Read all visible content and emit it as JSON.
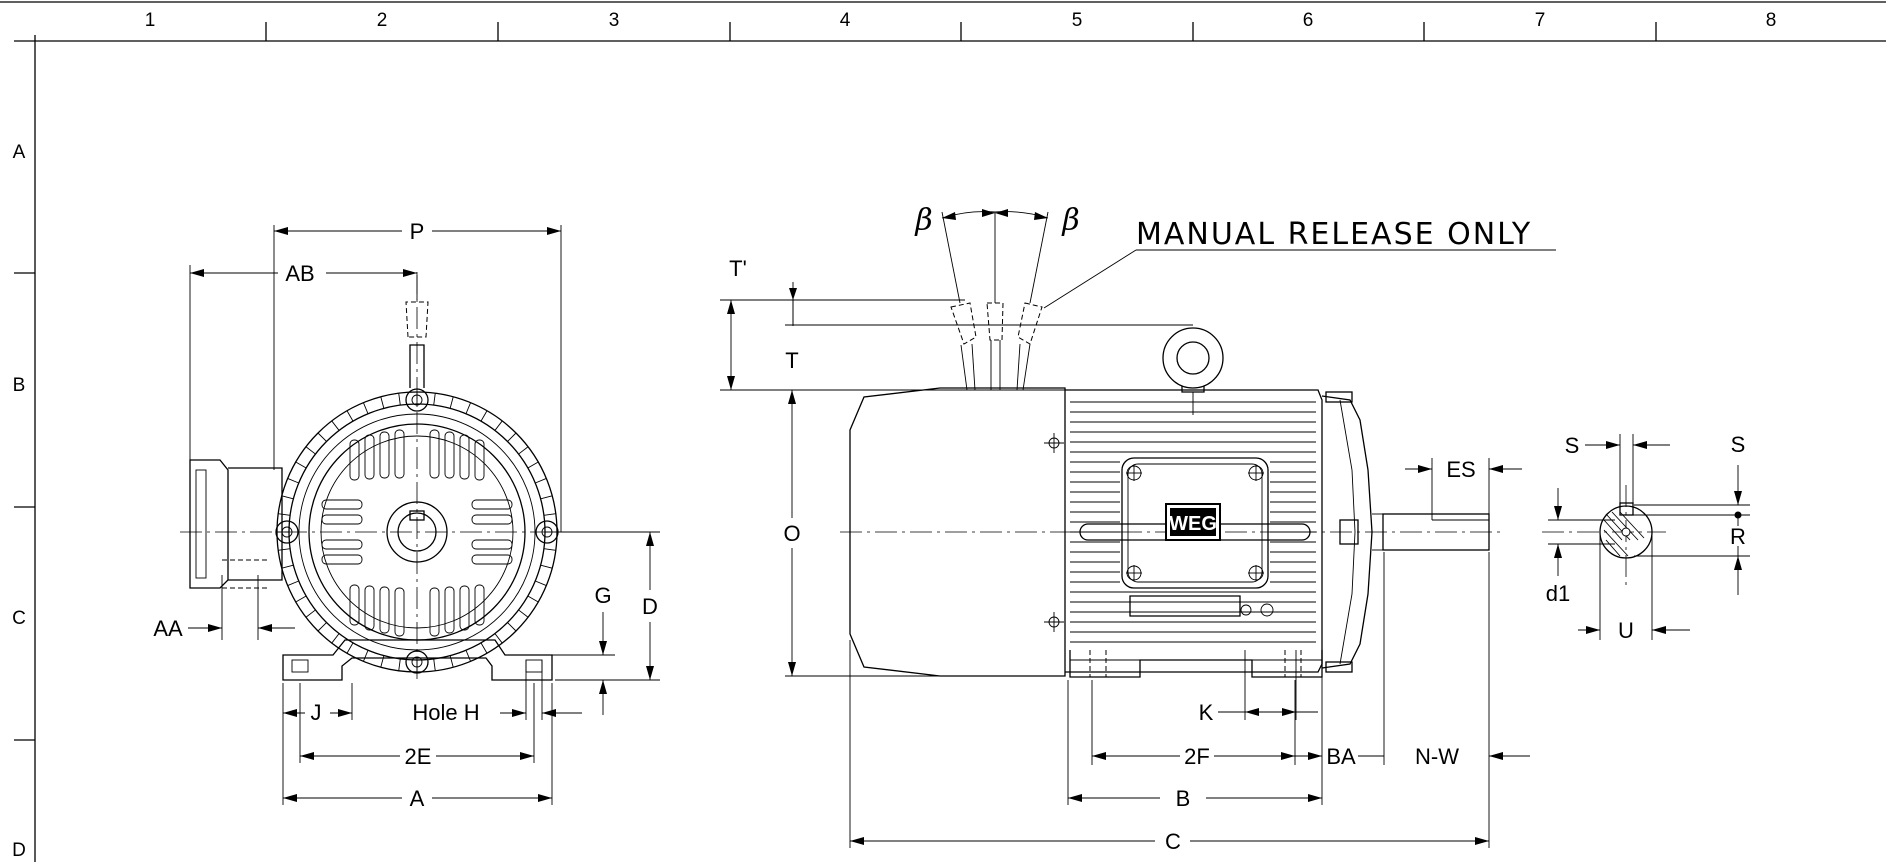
{
  "grid": {
    "columns": [
      "1",
      "2",
      "3",
      "4",
      "5",
      "6",
      "7",
      "8"
    ],
    "rows": [
      "A",
      "B",
      "C",
      "D"
    ]
  },
  "labels": {
    "p": "P",
    "ab": "AB",
    "aa": "AA",
    "g": "G",
    "d": "D",
    "j": "J",
    "hole_h": "Hole  H",
    "two_e": "2E",
    "a": "A",
    "t_prime": "T'",
    "t": "T",
    "o": "O",
    "beta": "β",
    "manual_release": "MANUAL  RELEASE  ONLY",
    "k": "K",
    "two_f": "2F",
    "ba": "BA",
    "nw": "N-W",
    "b": "B",
    "c": "C",
    "es": "ES",
    "s_left": "S",
    "s_right": "S",
    "r": "R",
    "d1": "d1",
    "u": "U",
    "logo": "WEG"
  },
  "colors": {
    "line": "#000000",
    "background": "#ffffff"
  }
}
